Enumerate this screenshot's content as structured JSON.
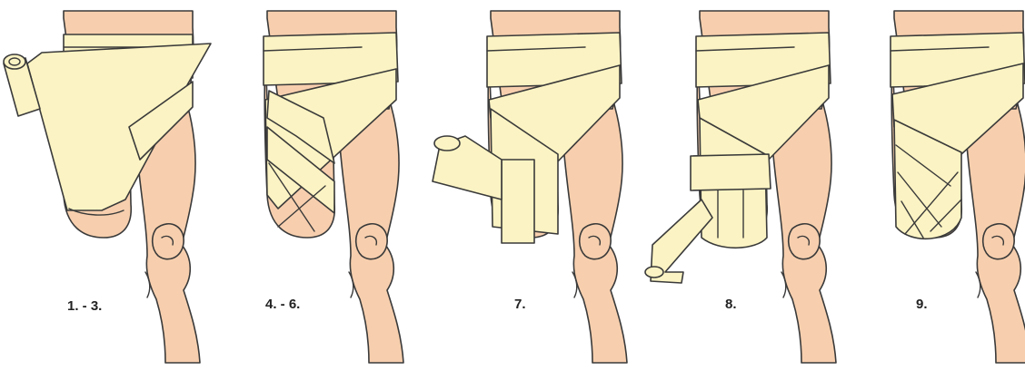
{
  "figure": {
    "steps": [
      {
        "label": "1. - 3."
      },
      {
        "label": "4. - 6."
      },
      {
        "label": "7."
      },
      {
        "label": "8."
      },
      {
        "label": "9."
      }
    ]
  },
  "colors": {
    "skin": "#f7cfae",
    "bandage": "#fbf3c3",
    "outline": "#3a3a3a",
    "background": "#ffffff"
  }
}
